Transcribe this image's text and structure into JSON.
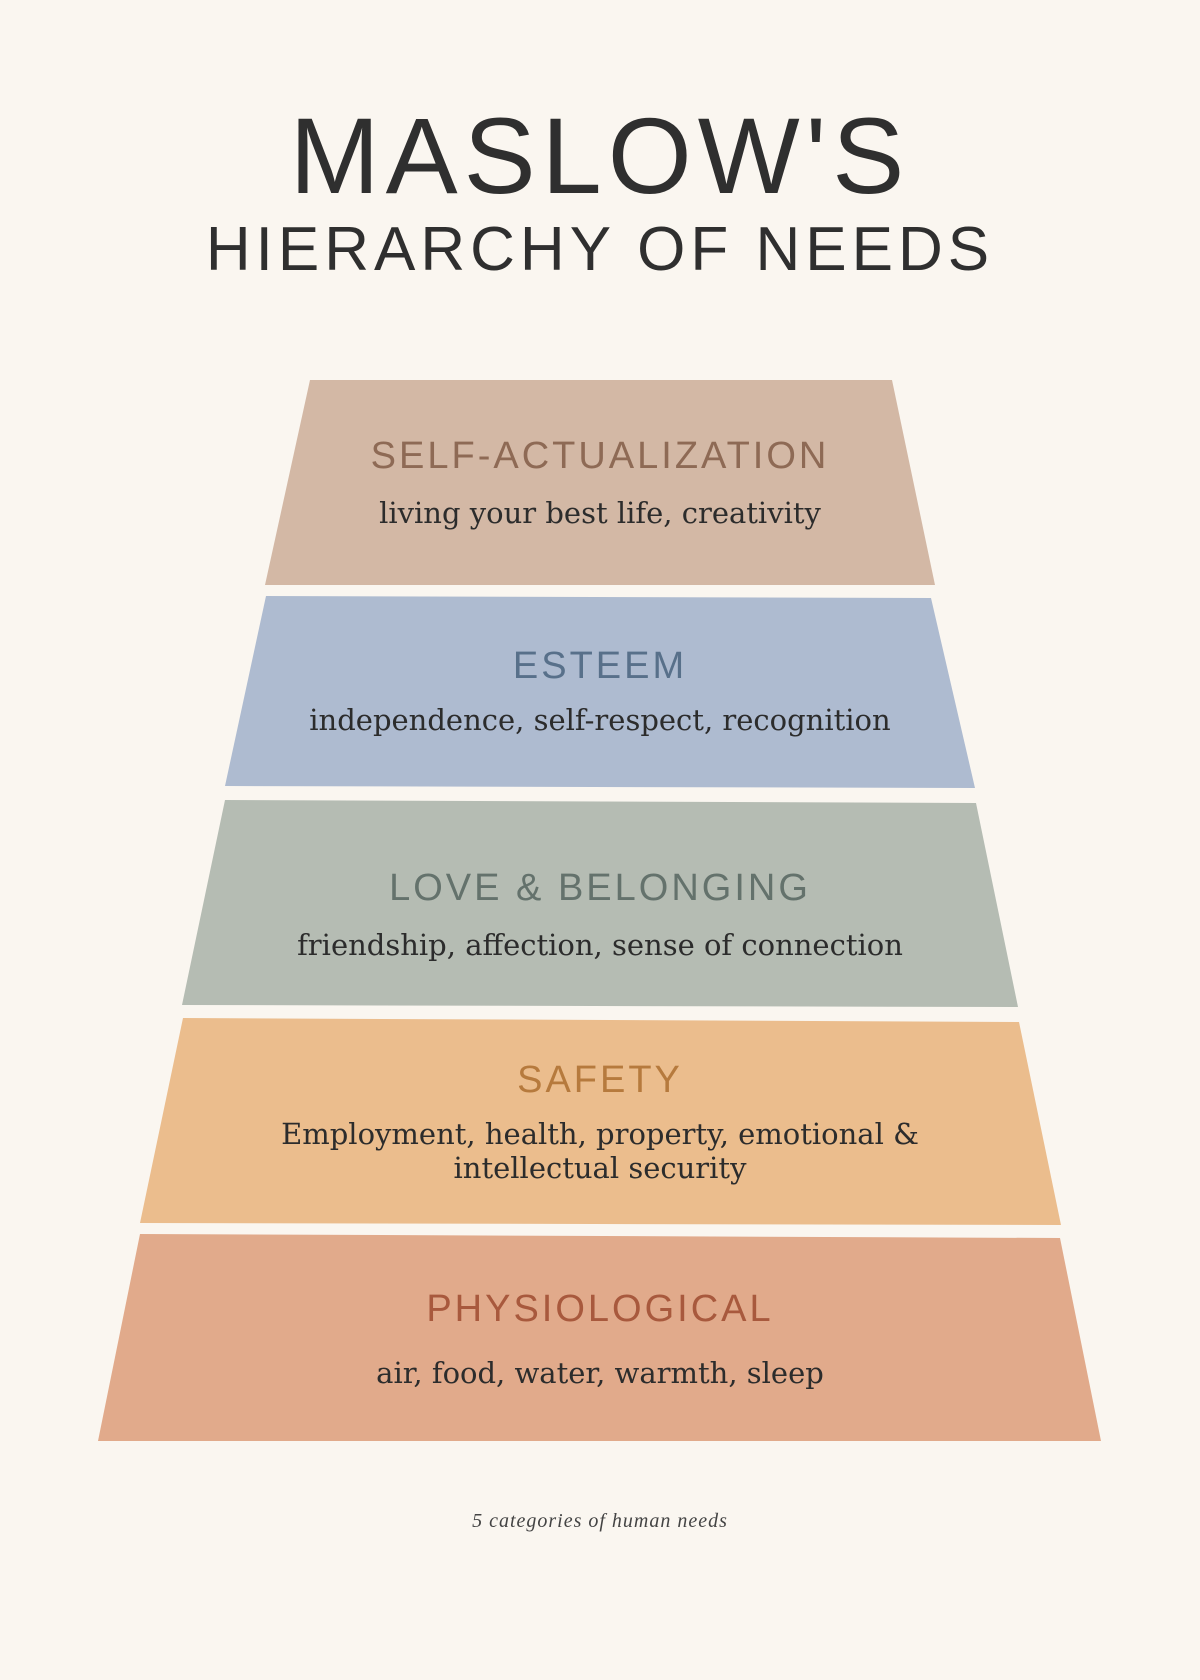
{
  "title": {
    "main": "MASLOW'S",
    "sub": "HIERARCHY OF NEEDS"
  },
  "tiers": [
    {
      "name": "SELF-ACTUALIZATION",
      "description": "living your best life, creativity",
      "fill_color": "#d3b8a5",
      "text_color": "#8e6a55"
    },
    {
      "name": "ESTEEM",
      "description": "independence, self-respect, recognition",
      "fill_color": "#aebbd0",
      "text_color": "#58708a"
    },
    {
      "name": "LOVE & BELONGING",
      "description": "friendship, affection, sense of connection",
      "fill_color": "#b5bcb3",
      "text_color": "#64726c"
    },
    {
      "name": "SAFETY",
      "description_line1": "Employment, health, property, emotional &",
      "description_line2": "intellectual security",
      "fill_color": "#ebbd8d",
      "text_color": "#b67a3d"
    },
    {
      "name": "PHYSIOLOGICAL",
      "description": "air, food, water, warmth, sleep",
      "fill_color": "#e1aa8b",
      "text_color": "#a8593d"
    }
  ],
  "footer": "5 categories of human needs",
  "colors": {
    "background": "#faf6f0",
    "title": "#2f2f2f"
  }
}
